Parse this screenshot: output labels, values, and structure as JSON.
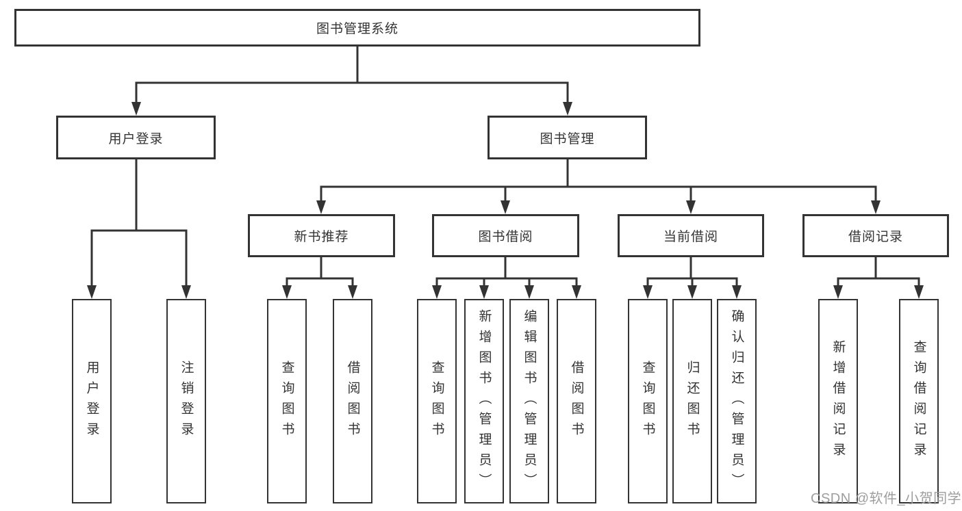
{
  "colors": {
    "line": "#333333",
    "text": "#333333",
    "box_background": "#ffffff",
    "watermark": "#9e9e9e"
  },
  "watermark": "CSDN @软件_小贺同学",
  "tree": {
    "label": "图书管理系统",
    "children": [
      {
        "label": "用户登录",
        "children": [
          {
            "label": "用户登录"
          },
          {
            "label": "注销登录"
          }
        ]
      },
      {
        "label": "图书管理",
        "children": [
          {
            "label": "新书推荐",
            "children": [
              {
                "label": "查询图书"
              },
              {
                "label": "借阅图书"
              }
            ]
          },
          {
            "label": "图书借阅",
            "children": [
              {
                "label": "查询图书"
              },
              {
                "label": "新增图书（管理员）"
              },
              {
                "label": "编辑图书（管理员）"
              },
              {
                "label": "借阅图书"
              }
            ]
          },
          {
            "label": "当前借阅",
            "children": [
              {
                "label": "查询图书"
              },
              {
                "label": "归还图书"
              },
              {
                "label": "确认归还（管理员）"
              }
            ]
          },
          {
            "label": "借阅记录",
            "children": [
              {
                "label": "新增借阅记录"
              },
              {
                "label": "查询借阅记录"
              }
            ]
          }
        ]
      }
    ]
  }
}
